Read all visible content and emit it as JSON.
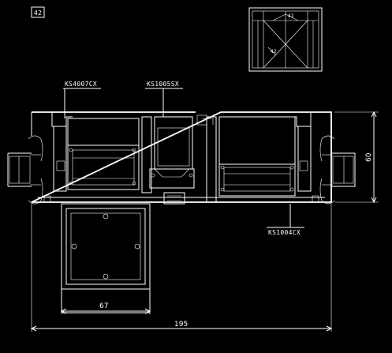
{
  "detail_number": "42",
  "thumbnail_label": "42",
  "profiles": {
    "left": "KS4007CX",
    "middle": "KS1005SX",
    "right": "KS1004CX"
  },
  "dimensions": {
    "height": "60",
    "bottom_width": "67",
    "total_width": "195"
  }
}
